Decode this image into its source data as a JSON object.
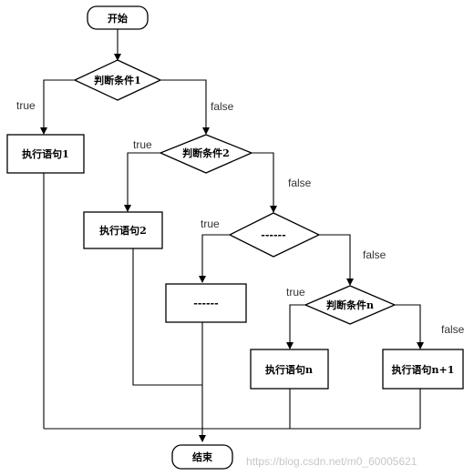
{
  "nodes": {
    "start": "开始",
    "cond1": "判断条件1",
    "exec1": "执行语句1",
    "cond2": "判断条件2",
    "exec2": "执行语句2",
    "cond_more": "------",
    "exec_more": "------",
    "condn": "判断条件n",
    "execn": "执行语句n",
    "execn1": "执行语句n+1",
    "end": "结束"
  },
  "edges": {
    "true": "true",
    "false": "false"
  },
  "watermark": "https://blog.csdn.net/m0_60005621"
}
